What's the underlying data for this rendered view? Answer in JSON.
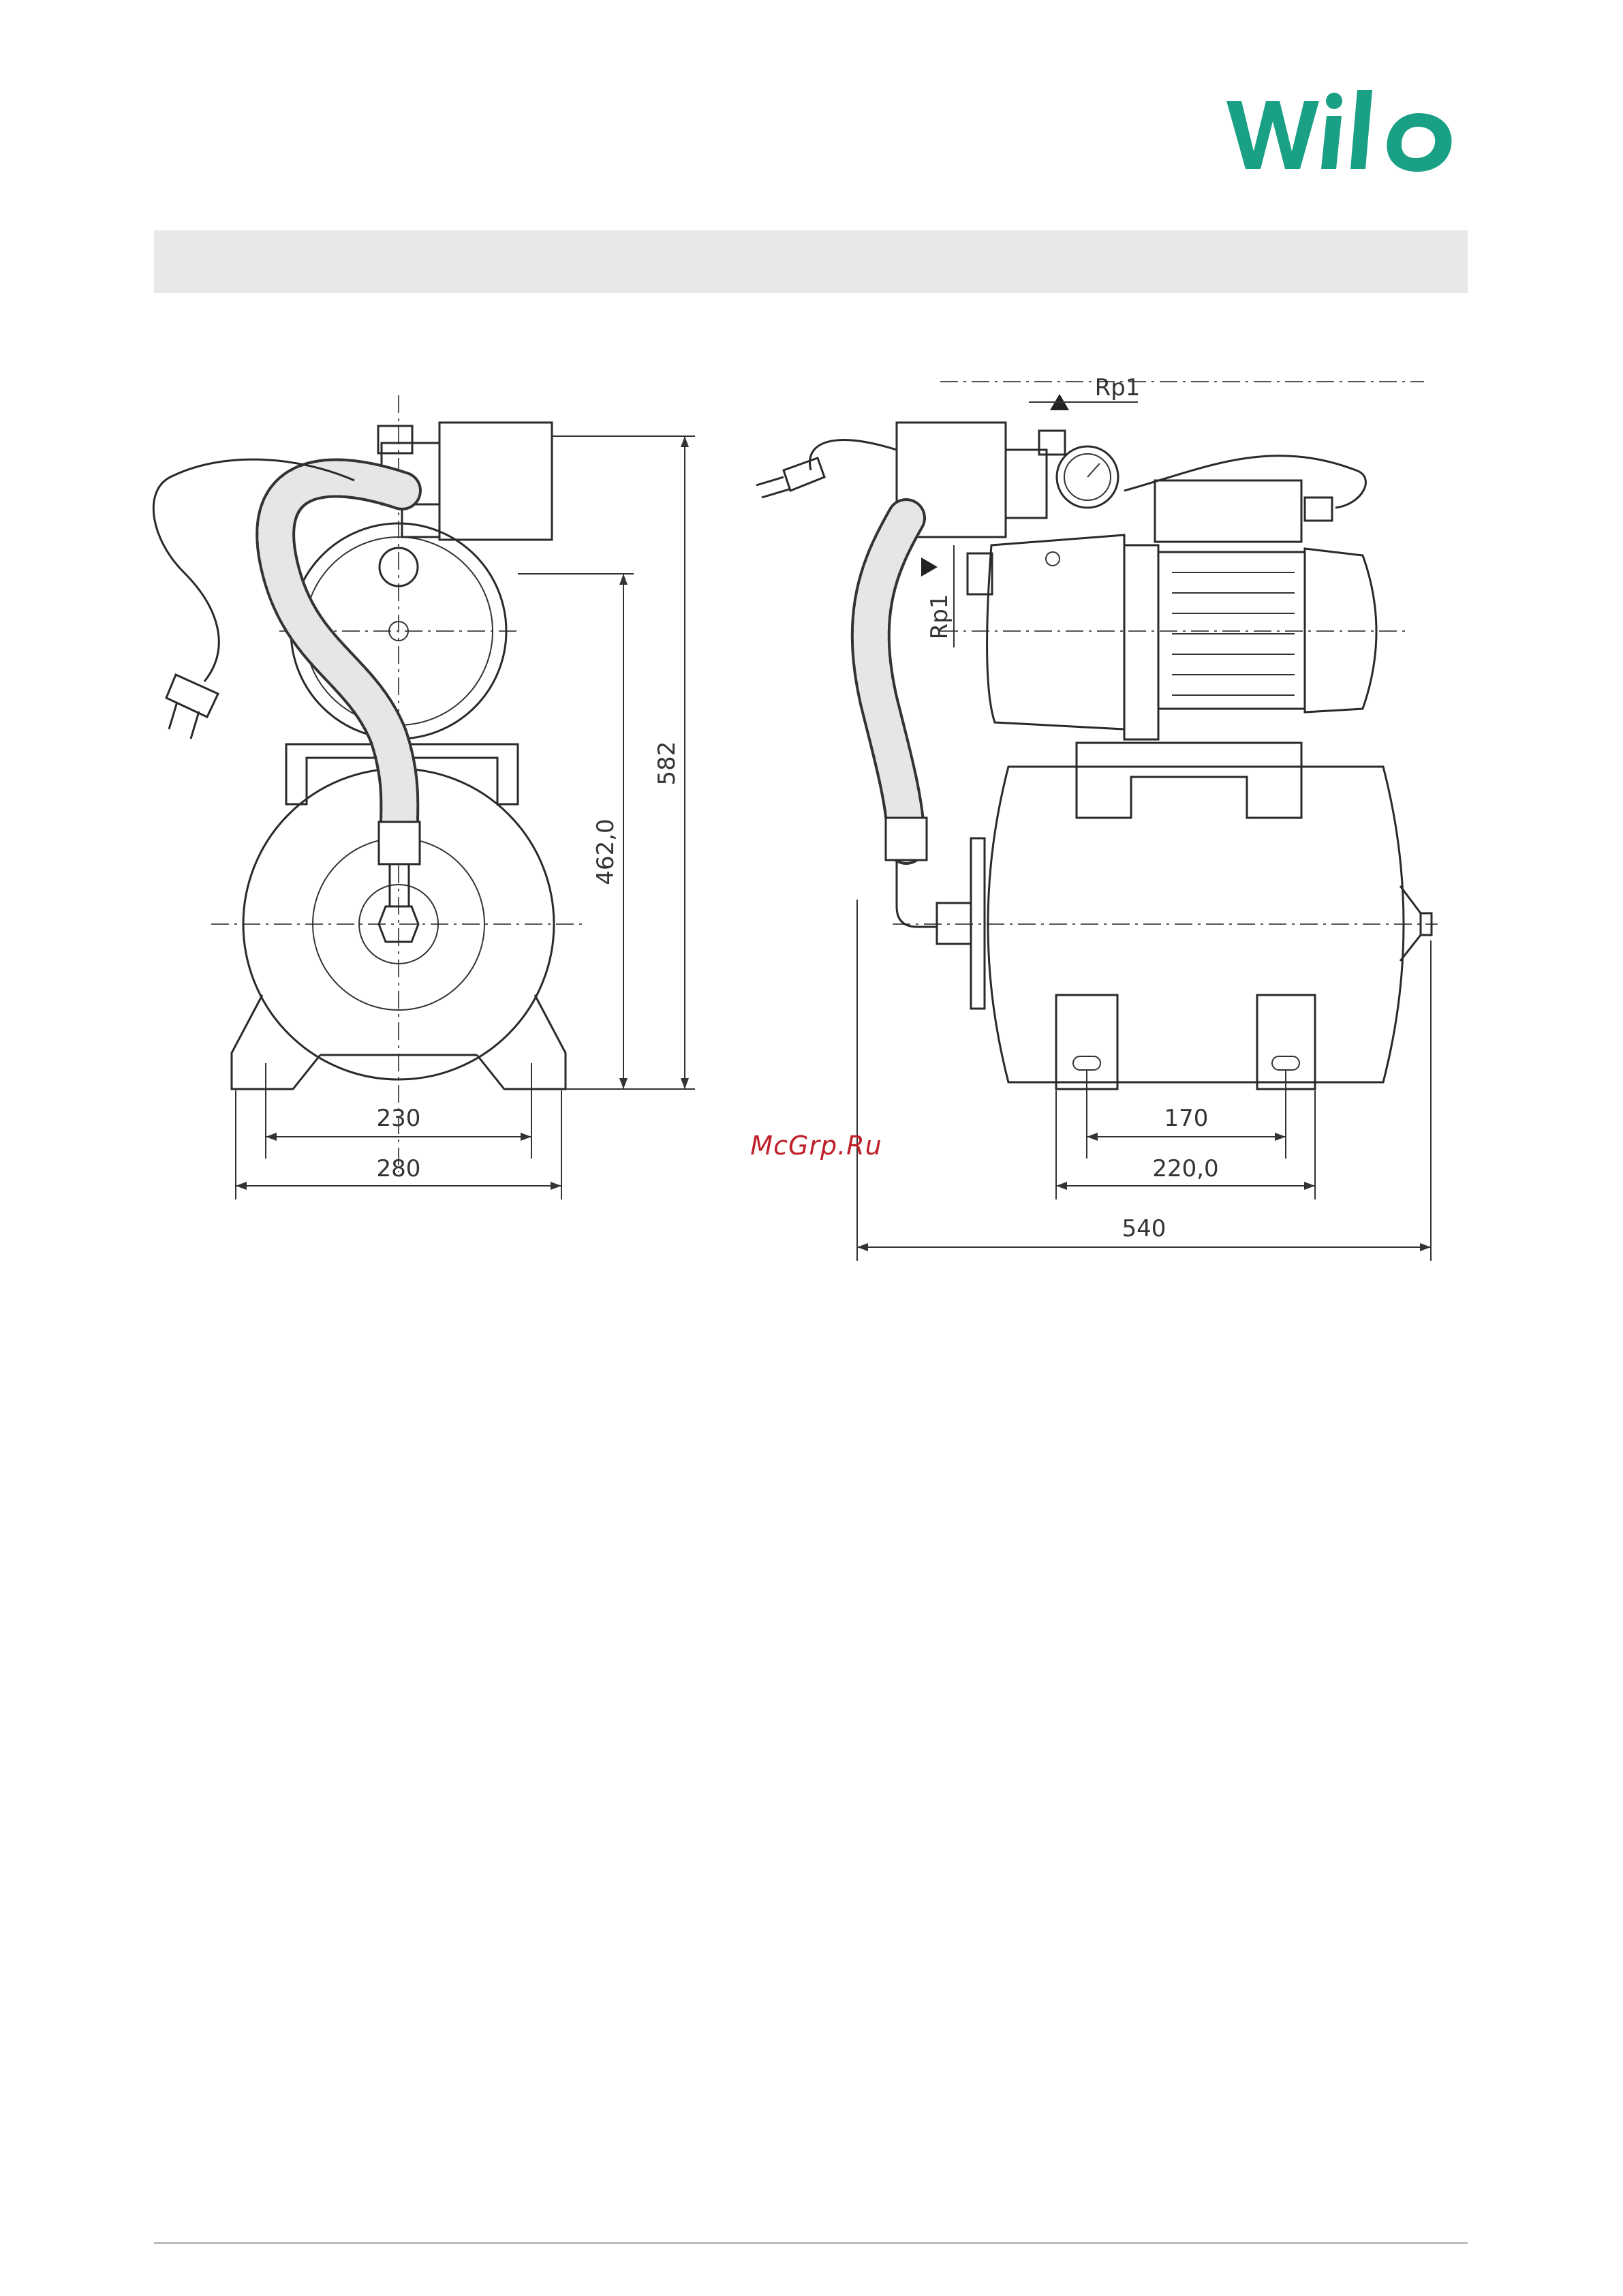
{
  "brand": {
    "logo_text": "wilo",
    "color": "#1aa085"
  },
  "header": {
    "band_color": "#e8e8e8",
    "text": ""
  },
  "watermark": {
    "text": "McGrp.Ru",
    "color": "#c0202a"
  },
  "front_view": {
    "dimensions": {
      "inner_width": "230",
      "outer_width": "280",
      "axis_height": "462,0",
      "total_height": "582"
    }
  },
  "side_view": {
    "connection_labels": {
      "outlet": "Rp1",
      "inlet": "Rp1"
    },
    "dimensions": {
      "foot_spacing": "170",
      "foot_width": "220,0",
      "total_length": "540"
    }
  }
}
